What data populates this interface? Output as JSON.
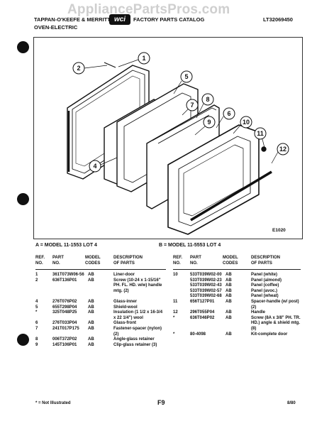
{
  "watermark": "AppliancePartsPros.com",
  "header": {
    "brand_line1": "TAPPAN-O'KEEFE & MERRITT",
    "brand_line2": "OVEN-ELECTRIC",
    "logo": "wci",
    "catalog_title": "FACTORY PARTS CATALOG",
    "catalog_code": "LT32069450"
  },
  "diagram": {
    "callouts": [
      "1",
      "2",
      "4",
      "5",
      "6",
      "7",
      "8",
      "9",
      "10",
      "11",
      "12"
    ],
    "code": "E1020"
  },
  "models": {
    "a": "A = MODEL 11-1553 LOT 4",
    "b": "B = MODEL 11-5553 LOT 4"
  },
  "columns": {
    "ref": "REF.\nNO.",
    "part": "PART\nNO.",
    "model": "MODEL\nCODES",
    "desc": "DESCRIPTION\nOF PARTS"
  },
  "parts_left": [
    {
      "ref": "1",
      "part": "361T073W06-56",
      "model": "AB",
      "desc": "Liner-door"
    },
    {
      "ref": "2",
      "part": "636T136P01",
      "model": "AB",
      "desc": "Screw (10-24 x 1-15/16\" PH. FL. HD. w/w) handle mtg. (2)"
    },
    {
      "ref": "4",
      "part": "276T076P02",
      "model": "AB",
      "desc": "Glass-inner"
    },
    {
      "ref": "5",
      "part": "655T298P04",
      "model": "AB",
      "desc": "Shield-wool"
    },
    {
      "ref": "*",
      "part": "325T048P25",
      "model": "AB",
      "desc": "Insulation (1 1/2 x 16-3/4 x 22 1/4\") wool"
    },
    {
      "ref": "6",
      "part": "276T033P04",
      "model": "AB",
      "desc": "Glass-front"
    },
    {
      "ref": "7",
      "part": "241T017P175",
      "model": "AB",
      "desc": "Fastener-spacer (nylon) (2)"
    },
    {
      "ref": "8",
      "part": "006T372P02",
      "model": "AB",
      "desc": "Angle-glass retainer"
    },
    {
      "ref": "9",
      "part": "145T106P01",
      "model": "AB",
      "desc": "Clip-glass retainer (3)"
    }
  ],
  "parts_right": [
    {
      "ref": "10",
      "part": "533T039W02-00",
      "model": "AB",
      "desc": "Panel (white)"
    },
    {
      "ref": "",
      "part": "533T039W02-23",
      "model": "AB",
      "desc": "Panel (almond)"
    },
    {
      "ref": "",
      "part": "533T039W02-43",
      "model": "AB",
      "desc": "Panel (coffee)"
    },
    {
      "ref": "",
      "part": "533T039W02-57",
      "model": "AB",
      "desc": "Panel (avoc.)"
    },
    {
      "ref": "",
      "part": "533T039W02-68",
      "model": "AB",
      "desc": "Panel (wheat)"
    },
    {
      "ref": "11",
      "part": "656T127P01",
      "model": "AB",
      "desc": "Spacer-handle (w/ post) (2)"
    },
    {
      "ref": "12",
      "part": "296T055P04",
      "model": "AB",
      "desc": "Handle"
    },
    {
      "ref": "*",
      "part": "636T046P02",
      "model": "AB",
      "desc": "Screw (8A x 3/8\" PH. TR. HD.) angle & shield mtg. (8)"
    },
    {
      "ref": "*",
      "part": "80-4098",
      "model": "AB",
      "desc": "Kit-complete door"
    }
  ],
  "footer": {
    "note": "* = Not Illustrated",
    "page": "F9",
    "date": "8/80"
  }
}
